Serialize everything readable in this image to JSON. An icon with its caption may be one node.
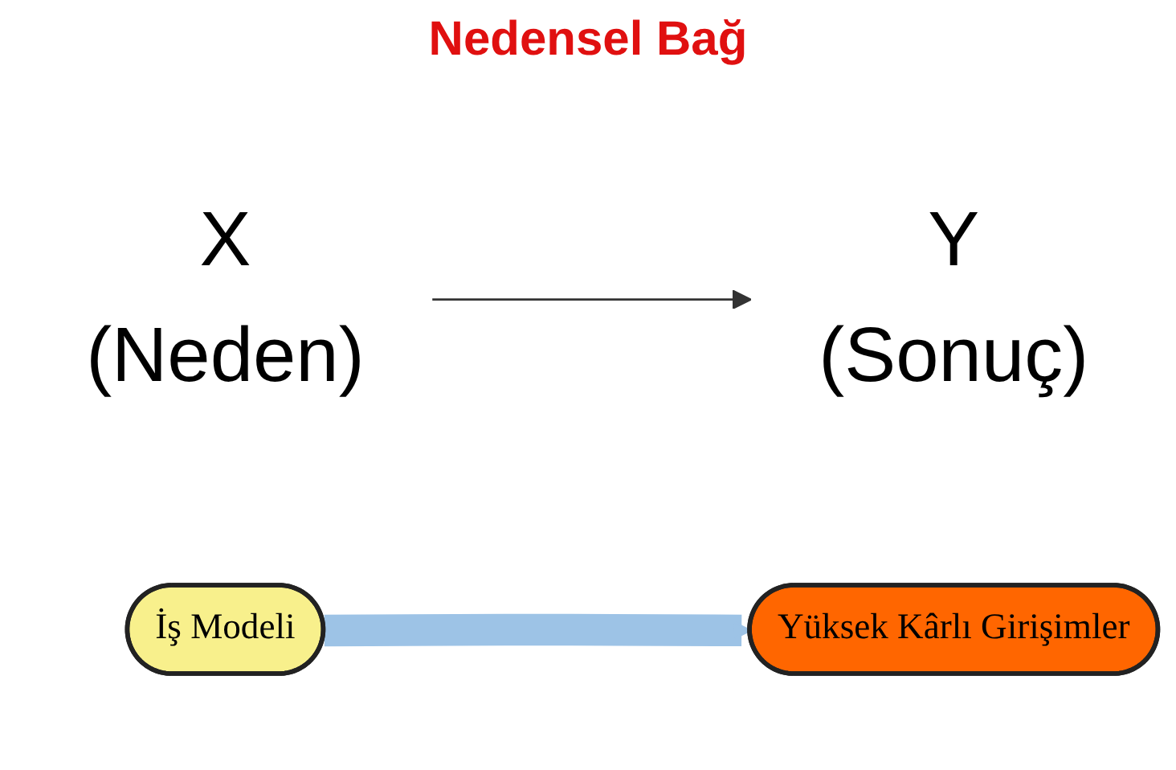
{
  "diagram": {
    "title": "Nedensel Bağ",
    "nodes": [
      {
        "text": [
          "X"
        ],
        "beside": [
          "(Neden)"
        ]
      },
      {
        "text": [
          "Y"
        ],
        "beside": [
          "(Sonuç)"
        ]
      },
      {
        "text": [
          "İş Modeli"
        ]
      },
      {
        "text": [
          "Yüksek Kârlı Girişimler"
        ]
      }
    ],
    "edges": [
      {
        "from": 0,
        "to": 1,
        "arrow": "to"
      },
      {
        "from": 2,
        "to": 3,
        "arrow": "to",
        "style": "thick",
        "color": "#9dc3e6"
      }
    ]
  }
}
